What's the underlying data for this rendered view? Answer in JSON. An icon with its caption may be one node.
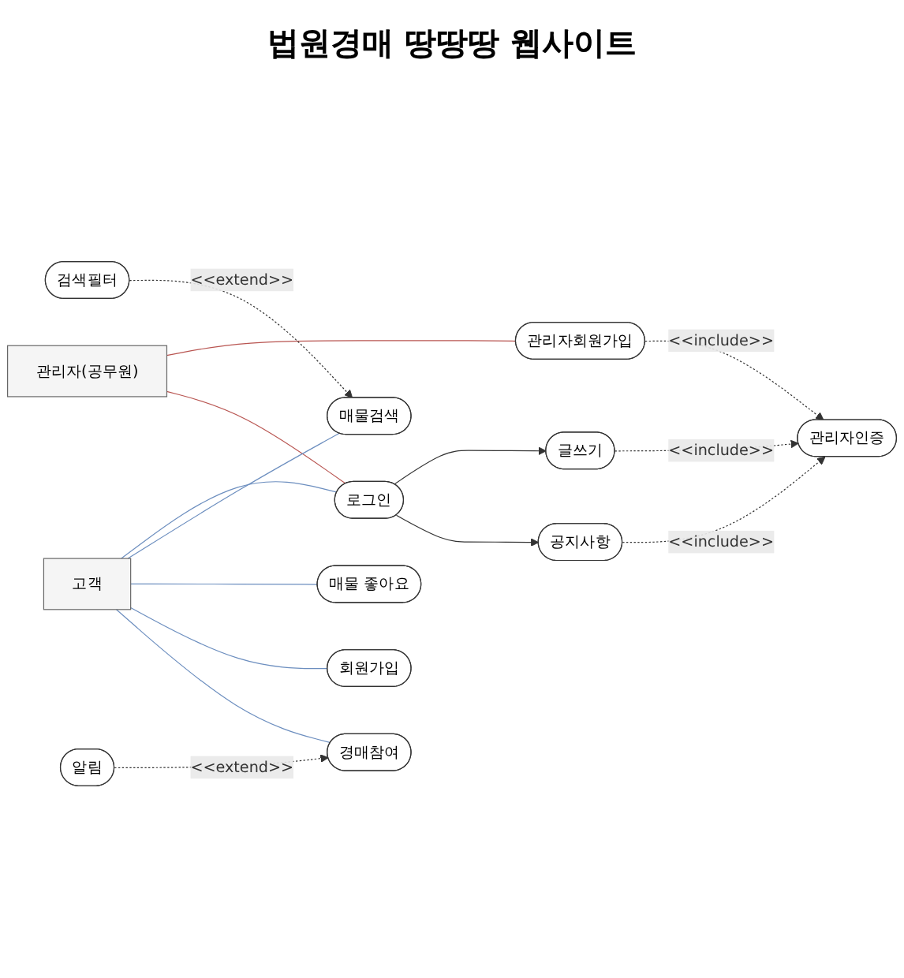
{
  "diagram": {
    "title": "법원경매 땅땅땅 웹사이트",
    "nodes": [
      {
        "text": [
          "관리자(공무원)"
        ]
      },
      {
        "text": [
          "관리자회원가입"
        ]
      },
      {
        "text": [
          "관리자인증"
        ]
      },
      {
        "text": [
          "로그인"
        ]
      },
      {
        "text": [
          "글쓰기"
        ]
      },
      {
        "text": [
          "공지사항"
        ]
      },
      {
        "text": [
          "고객"
        ]
      },
      {
        "text": [
          "매물검색"
        ]
      },
      {
        "text": [
          "매물 좋아요"
        ]
      },
      {
        "text": [
          "검색필터"
        ]
      },
      {
        "text": [
          "회원가입"
        ]
      },
      {
        "text": [
          "경매참여"
        ]
      },
      {
        "text": [
          "알림"
        ]
      }
    ],
    "edges": [
      {
        "from": 0,
        "to": 1,
        "arrow": "none",
        "color": "#b85450"
      },
      {
        "from": 0,
        "to": 3,
        "arrow": "none",
        "color": "#b85450"
      },
      {
        "from": 1,
        "to": 2,
        "arrow": "to",
        "style": "dashed",
        "label": "<<include>>"
      },
      {
        "from": 4,
        "to": 2,
        "arrow": "to",
        "style": "dashed",
        "label": "<<include>>"
      },
      {
        "from": 5,
        "to": 2,
        "arrow": "to",
        "style": "dashed",
        "label": "<<include>>"
      },
      {
        "from": 3,
        "to": 4,
        "arrow": "to"
      },
      {
        "from": 3,
        "to": 5,
        "arrow": "to"
      },
      {
        "from": 6,
        "to": 3,
        "arrow": "none",
        "color": "#6c8ebf"
      },
      {
        "from": 6,
        "to": 7,
        "arrow": "none",
        "color": "#6c8ebf"
      },
      {
        "from": 6,
        "to": 8,
        "arrow": "none",
        "color": "#6c8ebf"
      },
      {
        "from": 6,
        "to": 10,
        "arrow": "none",
        "color": "#6c8ebf"
      },
      {
        "from": 6,
        "to": 11,
        "arrow": "none",
        "color": "#6c8ebf"
      },
      {
        "from": 9,
        "to": 7,
        "arrow": "to",
        "style": "dashed",
        "label": "<<extend>>"
      },
      {
        "from": 12,
        "to": 11,
        "arrow": "to",
        "style": "dashed",
        "label": "<<extend>>"
      }
    ]
  }
}
